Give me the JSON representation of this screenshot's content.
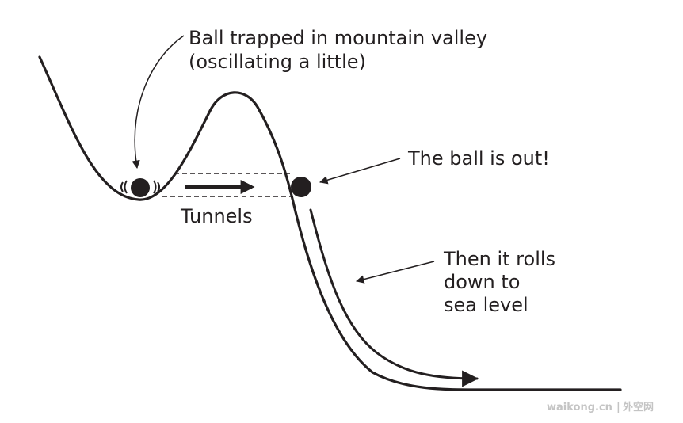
{
  "labels": {
    "trapped_line1": "Ball trapped in mountain valley",
    "trapped_line2": "(oscillating a little)",
    "ball_out": "The ball is out!",
    "tunnels": "Tunnels",
    "rolls_line1": "Then it rolls",
    "rolls_line2": "down to",
    "rolls_line3": "sea level"
  },
  "watermark": {
    "site": "waikong.cn",
    "separator": "|",
    "brand": "外空网"
  },
  "colors": {
    "ink": "#231f20",
    "watermark": "#c4c4c4",
    "background": "#ffffff"
  }
}
